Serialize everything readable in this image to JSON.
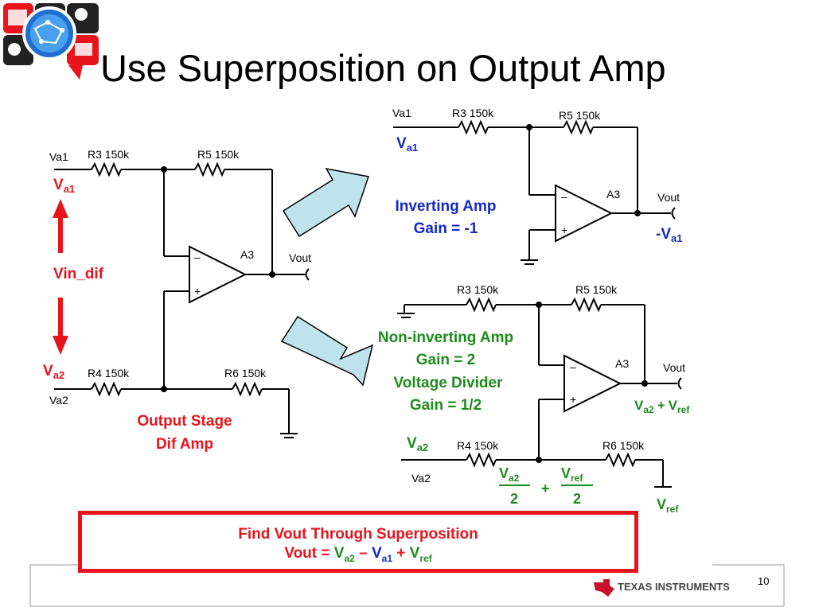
{
  "title": "Use Superposition on Output Amp",
  "page_number": "10",
  "logo_text": "TEXAS INSTRUMENTS",
  "colors": {
    "red": "#e8141c",
    "blue": "#1428c8",
    "green": "#1e8c1e",
    "arrow_fill": "#bfe3ea"
  },
  "left_circuit": {
    "va1": "Va1",
    "va2": "Va2",
    "r3": "R3 150k",
    "r5": "R5 150k",
    "r4": "R4 150k",
    "r6": "R6 150k",
    "amp": "A3",
    "vout": "Vout",
    "va1_sym": "V",
    "va1_sub": "a1",
    "va2_sym": "V",
    "va2_sub": "a2",
    "vin_dif": "Vin_dif",
    "stage_line1": "Output Stage",
    "stage_line2": "Dif Amp"
  },
  "inverting": {
    "va1": "Va1",
    "r3": "R3 150k",
    "r5": "R5 150k",
    "amp": "A3",
    "vout": "Vout",
    "in_sym": "V",
    "in_sub": "a1",
    "title_line1": "Inverting Amp",
    "title_line2": "Gain = -1",
    "out_sym": "-V",
    "out_sub": "a1"
  },
  "noninverting": {
    "r3": "R3 150k",
    "r5": "R5 150k",
    "r4": "R4 150k",
    "r6": "R6 150k",
    "amp": "A3",
    "vout": "Vout",
    "va2": "Va2",
    "in_sym": "V",
    "in_sub": "a2",
    "title_line1": "Non-inverting Amp",
    "title_line2": "Gain = 2",
    "title_line3": "Voltage Divider",
    "title_line4": "Gain = 1/2",
    "out_a_sym": "V",
    "out_a_sub": "a2",
    "out_plus": "+",
    "out_b_sym": "V",
    "out_b_sub": "ref",
    "frac1_num_sym": "V",
    "frac1_num_sub": "a2",
    "frac1_den": "2",
    "frac_plus": "+",
    "frac2_num_sym": "V",
    "frac2_num_sub": "ref",
    "frac2_den": "2",
    "vref_sym": "V",
    "vref_sub": "ref"
  },
  "find": {
    "line1": "Find Vout Through Superposition",
    "prefix": "Vout = ",
    "t1_sym": "V",
    "t1_sub": "a2",
    "minus": " – ",
    "t2_sym": "V",
    "t2_sub": "a1",
    "plus": " + ",
    "t3_sym": "V",
    "t3_sub": "ref"
  }
}
